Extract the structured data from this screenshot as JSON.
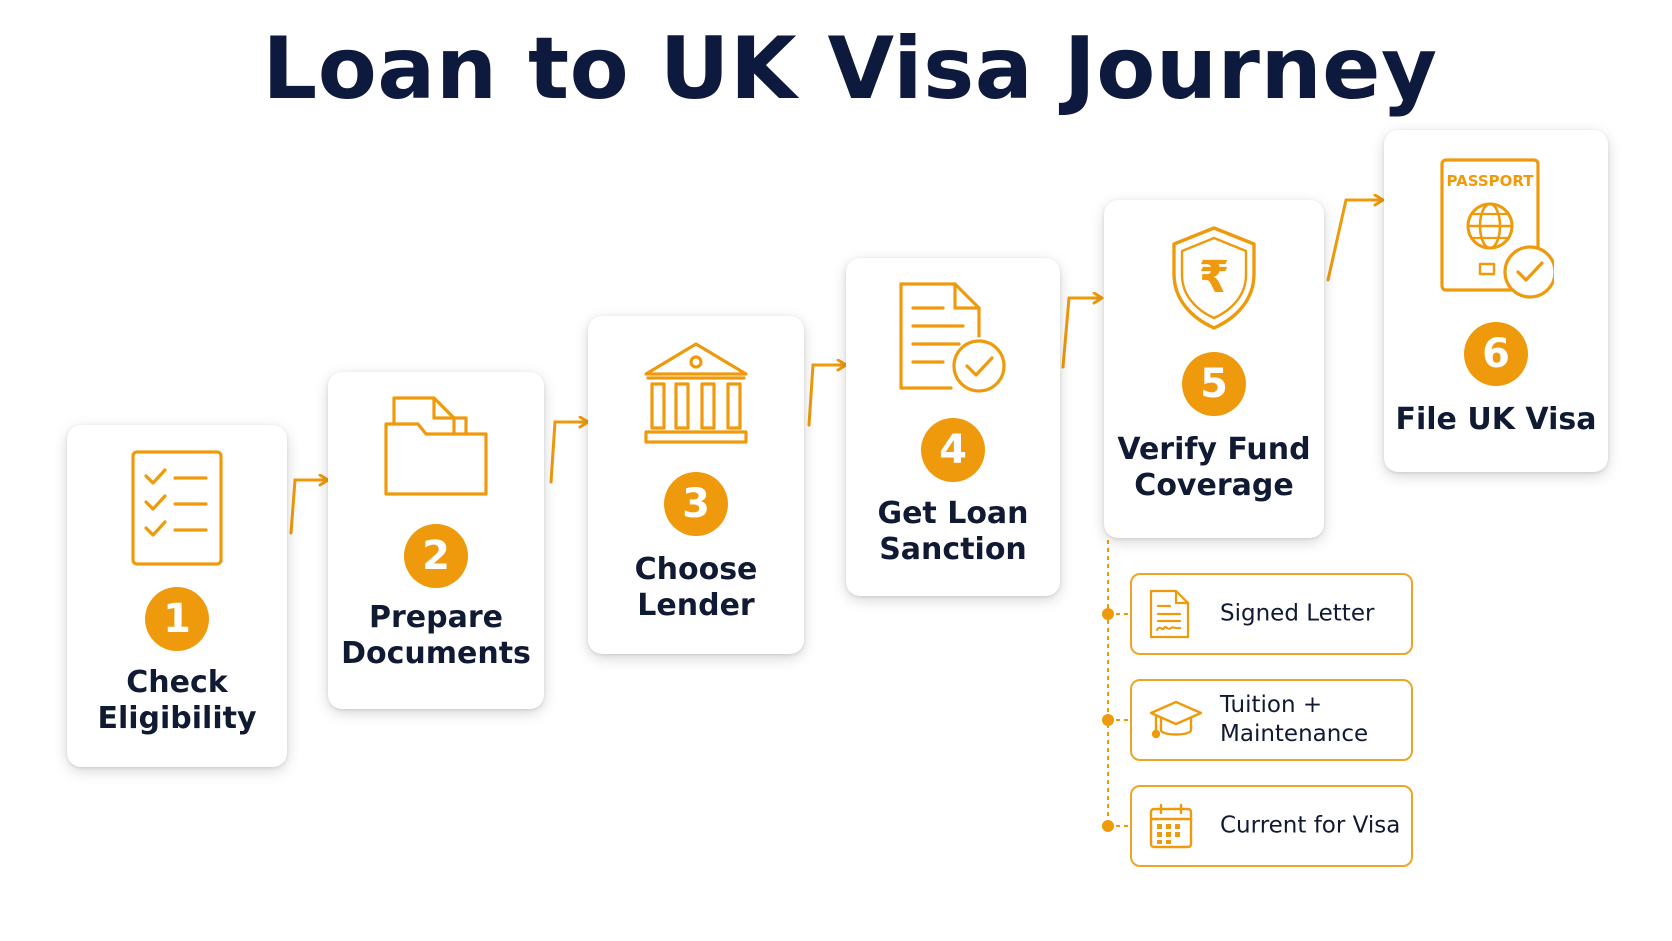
{
  "title": "Loan to UK Visa Journey",
  "colors": {
    "accent": "#ef9a0d",
    "title": "#0e1a3d",
    "text": "#101a33",
    "card_border": "#f0a32a",
    "background": "#ffffff"
  },
  "steps": [
    {
      "number": "1",
      "label": "Check Eligibility",
      "icon": "checklist-icon"
    },
    {
      "number": "2",
      "label": "Prepare Documents",
      "icon": "folder-icon"
    },
    {
      "number": "3",
      "label": "Choose Lender",
      "icon": "bank-icon"
    },
    {
      "number": "4",
      "label": "Get Loan Sanction",
      "icon": "document-check-icon"
    },
    {
      "number": "5",
      "label": "Verify Fund Coverage",
      "icon": "rupee-shield-icon"
    },
    {
      "number": "6",
      "label": "File UK Visa",
      "icon": "passport-check-icon"
    }
  ],
  "passport_text": "PASSPORT",
  "rupee_symbol": "₹",
  "verification_details": [
    {
      "label": "Signed Letter",
      "icon": "signed-document-icon"
    },
    {
      "label": "Tuition + Maintenance",
      "icon": "graduation-cap-icon"
    },
    {
      "label": "Current for Visa",
      "icon": "calendar-icon"
    }
  ]
}
